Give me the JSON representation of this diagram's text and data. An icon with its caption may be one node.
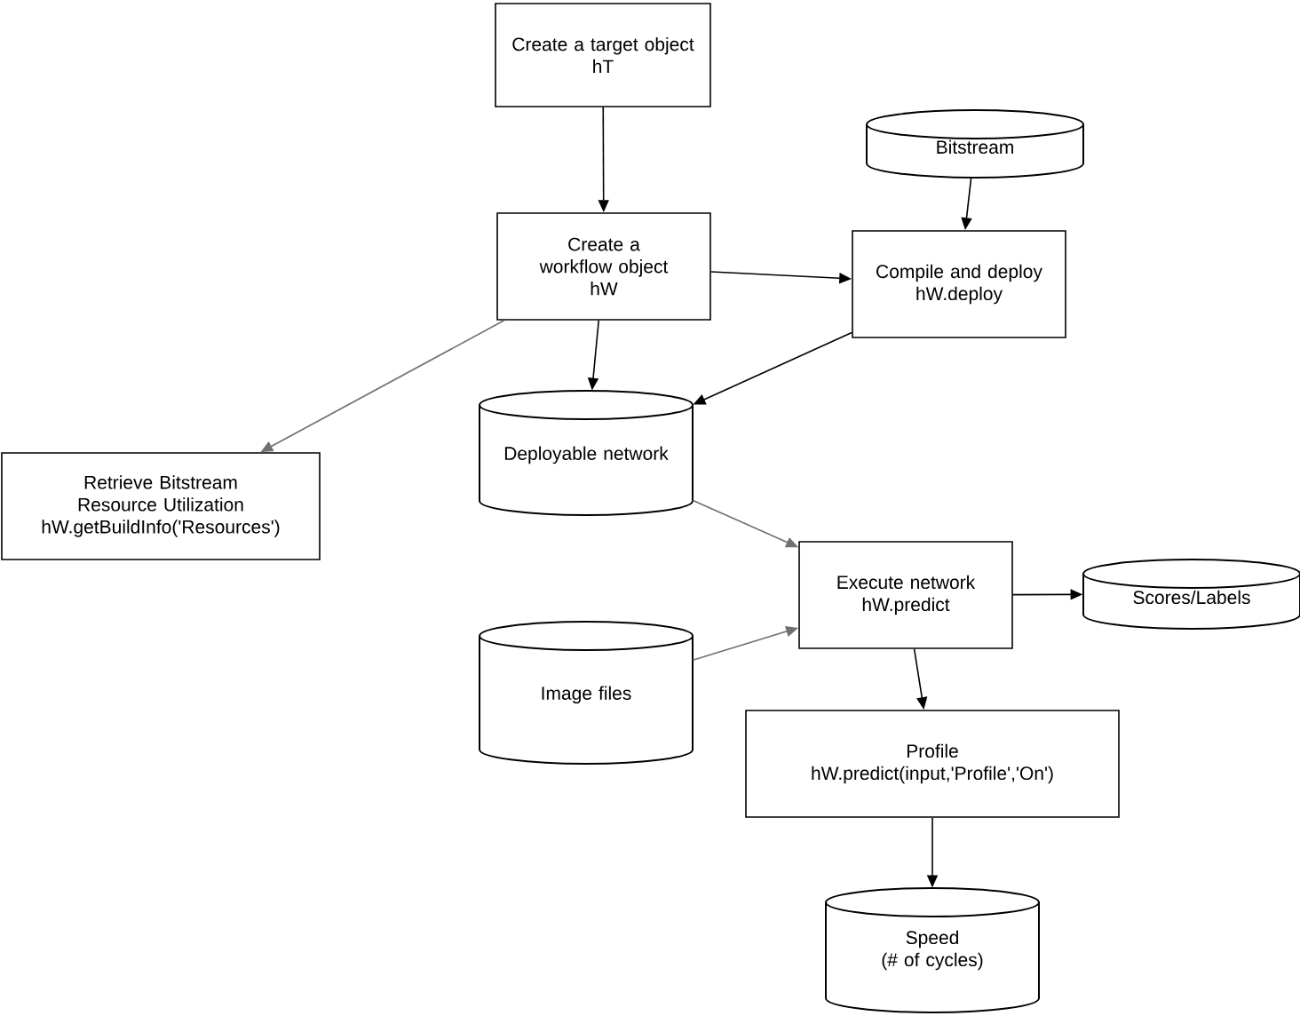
{
  "diagram": {
    "nodes": [
      {
        "text": [
          "Create a target object",
          "hT"
        ]
      },
      {
        "text": [
          "Create a workflow object",
          "hW"
        ]
      },
      {
        "text": [
          "Bitstream"
        ]
      },
      {
        "text": [
          "Compile and deploy",
          "hW.deploy"
        ]
      },
      {
        "text": [
          "Retrieve Bitstream Resource Utilization",
          "hW.getBuildInfo('Resources')"
        ]
      },
      {
        "text": [
          "Deployable network"
        ]
      },
      {
        "text": [
          "Execute network",
          "hW.predict"
        ]
      },
      {
        "text": [
          "Scores/Labels"
        ]
      },
      {
        "text": [
          "Image files"
        ]
      },
      {
        "text": [
          "Profile",
          "hW.predict(input,'Profile','On')"
        ]
      },
      {
        "text": [
          "Speed",
          "(# of cycles)"
        ]
      }
    ],
    "edges": [
      {
        "from": 0,
        "to": 1,
        "arrow": "to"
      },
      {
        "from": 1,
        "to": 3,
        "arrow": "to"
      },
      {
        "from": 2,
        "to": 3,
        "arrow": "to"
      },
      {
        "from": 3,
        "to": 5,
        "arrow": "to"
      },
      {
        "from": 1,
        "to": 5,
        "arrow": "to"
      },
      {
        "from": 1,
        "to": 4,
        "arrow": "to",
        "color": "#707070"
      },
      {
        "from": 5,
        "to": 6,
        "arrow": "to",
        "color": "#707070"
      },
      {
        "from": 8,
        "to": 6,
        "arrow": "to",
        "color": "#707070"
      },
      {
        "from": 6,
        "to": 7,
        "arrow": "to"
      },
      {
        "from": 6,
        "to": 9,
        "arrow": "to"
      },
      {
        "from": 9,
        "to": 10,
        "arrow": "to"
      }
    ]
  }
}
